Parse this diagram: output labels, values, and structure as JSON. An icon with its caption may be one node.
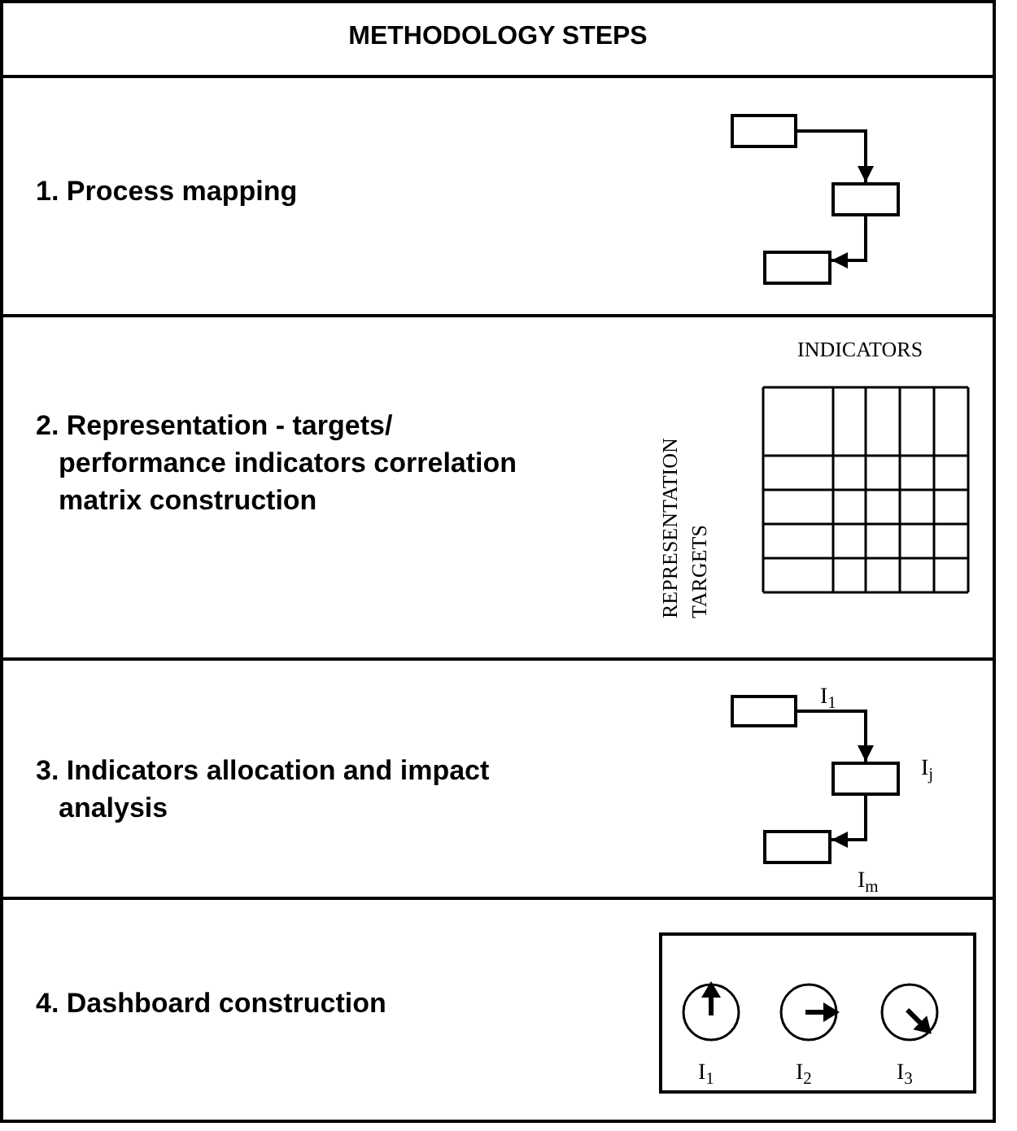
{
  "diagram": {
    "title": "METHODOLOGY STEPS",
    "nodes": [
      {
        "text": [
          "1. Process mapping"
        ]
      },
      {
        "text": [],
        "shape": "box",
        "in": 0
      },
      {
        "text": [],
        "shape": "box",
        "in": 0
      },
      {
        "text": [],
        "shape": "box",
        "in": 0
      },
      {
        "text": [
          "2. Representation - targets/ performance indicators correlation matrix construction"
        ]
      },
      {
        "text": [
          "3. Indicators allocation and impact analysis"
        ]
      },
      {
        "text": [],
        "shape": "box",
        "in": 5,
        "beside": [
          "I$_{1}$"
        ]
      },
      {
        "text": [],
        "shape": "box",
        "in": 5,
        "beside": [
          "I$_{j}$"
        ]
      },
      {
        "text": [],
        "shape": "box",
        "in": 5,
        "beside": [
          "I$_{m}$"
        ]
      },
      {
        "text": [
          "4. Dashboard construction"
        ]
      },
      {
        "text": [],
        "shape": "box",
        "in": 9
      },
      {
        "text": [],
        "shape": "circle",
        "in": 10,
        "beside": [
          "I$_{1}$"
        ]
      },
      {
        "text": [],
        "shape": "circle",
        "in": 10,
        "beside": [
          "I$_{2}$"
        ]
      },
      {
        "text": [],
        "shape": "circle",
        "in": 10,
        "beside": [
          "I$_{3}$"
        ]
      }
    ],
    "edges": [
      {
        "from": 1,
        "to": 2,
        "arrow": "to"
      },
      {
        "from": 2,
        "to": 3,
        "arrow": "to"
      },
      {
        "from": 6,
        "to": 7,
        "arrow": "to"
      },
      {
        "from": 7,
        "to": 8,
        "arrow": "to"
      }
    ],
    "labels": [
      "INDICATORS",
      "REPRESENTATION TARGETS"
    ]
  }
}
